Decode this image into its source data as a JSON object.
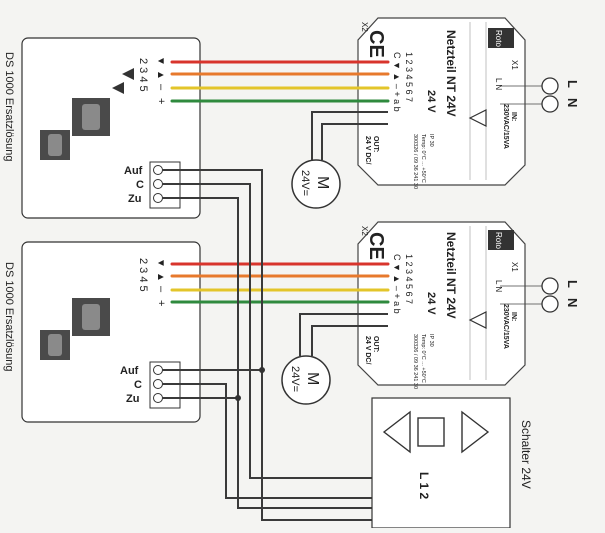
{
  "colors": {
    "red": "#d8342c",
    "orange": "#e7792c",
    "yellow": "#e3c52a",
    "green": "#2f8a3e",
    "dark_wire": "#3a3a3a"
  },
  "controllers": [
    {
      "caption": "DS 1000 Ersatzlösung",
      "terminals_top": "2 3 4 5",
      "signs": [
        "▼",
        "▲",
        "–",
        "+"
      ],
      "screw_labels": [
        "Auf",
        "C",
        "Zu"
      ]
    },
    {
      "caption": "DS 1000 Ersatzlösung",
      "terminals_top": "2 3 4 5",
      "signs": [
        "▼",
        "▲",
        "–",
        "+"
      ],
      "screw_labels": [
        "Auf",
        "C",
        "Zu"
      ]
    }
  ],
  "power_supplies": [
    {
      "title": "Netzteil NT 24V",
      "ce_mark": "CE",
      "brand": "Roto",
      "x1_label": "X1",
      "x2_label": "X2",
      "ln_small": "L  N",
      "in_label": "IN:",
      "in_value": "230VAC/15VA",
      "voltage": "24 V",
      "terminal_marks": "C ▼ ▲ – + a b",
      "terminal_numbers": "1 2 3 4 5 6 7",
      "out_label": "OUT:",
      "out_value": "24 V DC/",
      "code": "300326 / 09 36 241 30",
      "temp": "Temp: 0°C ... +50°C",
      "ip": "IP 30",
      "mains_l": "L",
      "mains_n": "N"
    },
    {
      "title": "Netzteil NT 24V",
      "ce_mark": "CE",
      "brand": "Roto",
      "x1_label": "X1",
      "x2_label": "X2",
      "ln_small": "L  N",
      "in_label": "IN:",
      "in_value": "230VAC/15VA",
      "voltage": "24 V",
      "terminal_marks": "C ▼ ▲ – + a b",
      "terminal_numbers": "1 2 3 4 5 6 7",
      "out_label": "OUT:",
      "out_value": "24 V DC/",
      "code": "300326 / 09 36 241 30",
      "temp": "Temp: 0°C ... +50°C",
      "ip": "IP 30",
      "mains_l": "L",
      "mains_n": "N"
    }
  ],
  "motors": [
    {
      "letter": "M",
      "voltage": "24V="
    },
    {
      "letter": "M",
      "voltage": "24V="
    }
  ],
  "switch": {
    "title": "Schalter 24V",
    "terminals": "L 1 2"
  }
}
